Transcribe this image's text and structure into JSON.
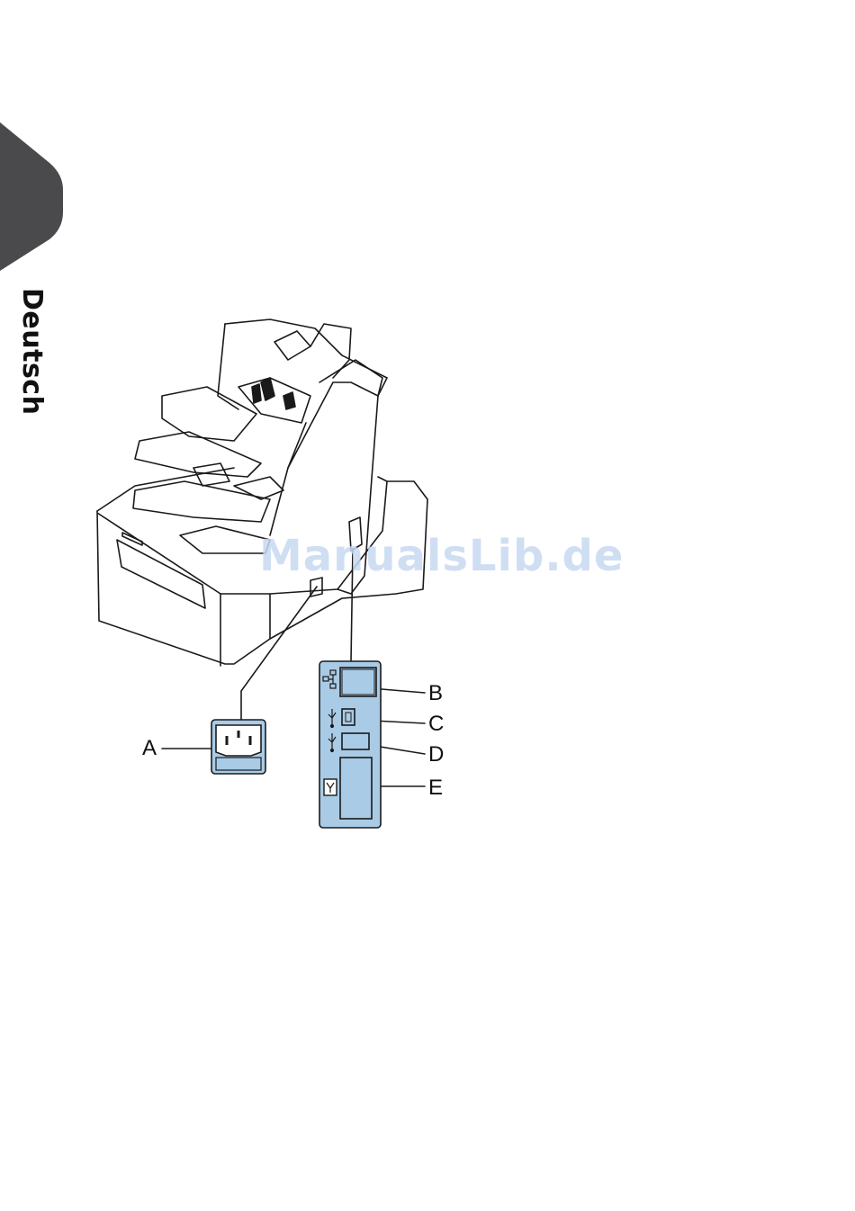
{
  "sidebar": {
    "language_label": "Deutsch"
  },
  "callouts": {
    "a": "A",
    "b": "B",
    "c": "C",
    "d": "D",
    "e": "E"
  },
  "watermark": {
    "text": "ManualsLib.de"
  },
  "colors": {
    "panel_fill": "#a9cbe6",
    "tab_fill": "#4a4a4c",
    "line": "#1a1a1a"
  },
  "icons": {
    "panel_ports": [
      "network-port-icon",
      "usb-icon",
      "usb-icon",
      "ports-label-icon"
    ],
    "power_socket": "power-socket-icon"
  }
}
